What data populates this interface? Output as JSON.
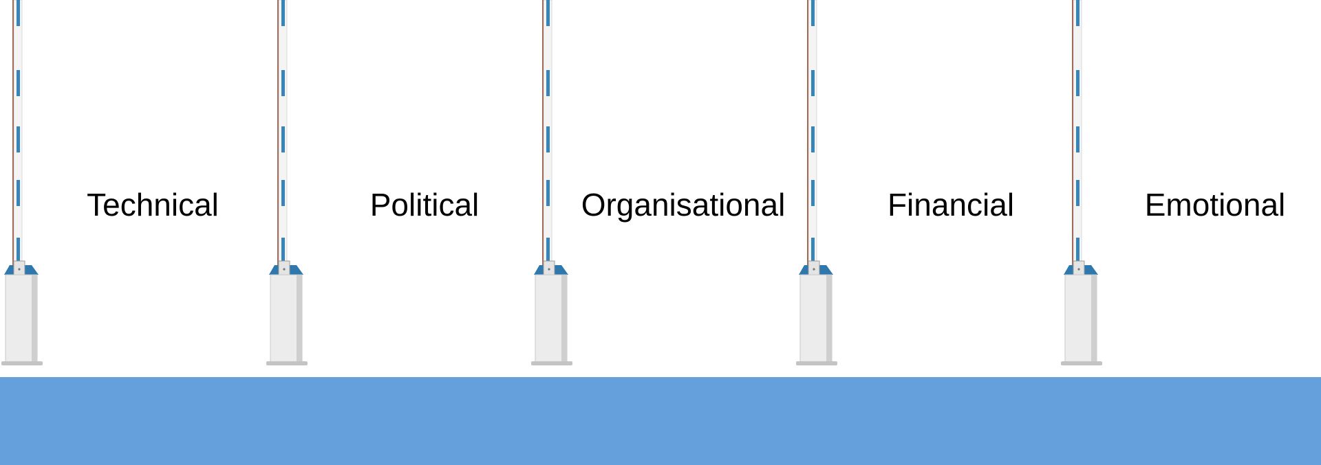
{
  "barriers": [
    {
      "label": "Technical"
    },
    {
      "label": "Political"
    },
    {
      "label": "Organisational"
    },
    {
      "label": "Financial"
    },
    {
      "label": "Emotional"
    }
  ],
  "colors": {
    "floor": "#65a0dc",
    "boom_stripe": "#3a85b8",
    "post_cap": "#2f78ad",
    "post_body": "#ececec",
    "background": "#ffffff"
  },
  "icons": {
    "barrier": "boom-barrier-gate-icon"
  }
}
